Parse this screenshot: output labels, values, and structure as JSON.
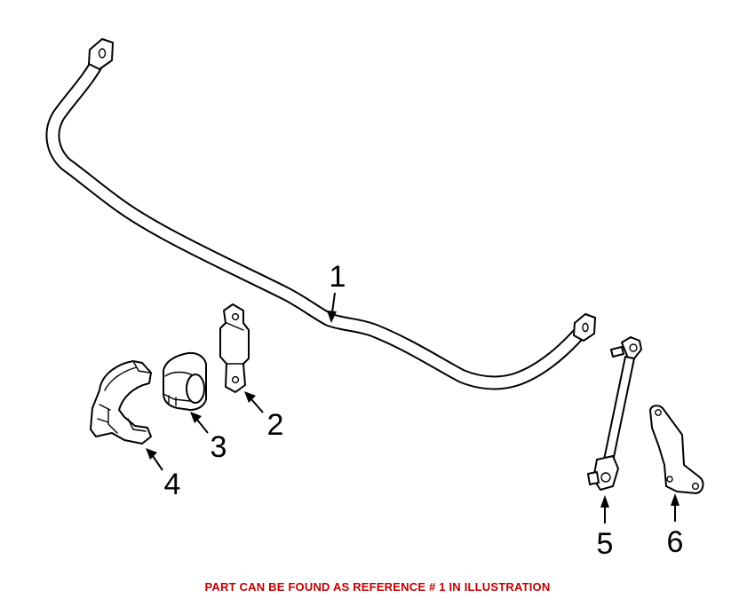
{
  "diagram": {
    "callouts": [
      {
        "id": "1",
        "label": "1"
      },
      {
        "id": "2",
        "label": "2"
      },
      {
        "id": "3",
        "label": "3"
      },
      {
        "id": "4",
        "label": "4"
      },
      {
        "id": "5",
        "label": "5"
      },
      {
        "id": "6",
        "label": "6"
      }
    ]
  },
  "footer": {
    "note": "PART CAN BE FOUND AS REFERENCE # 1 IN ILLUSTRATION",
    "note_color": "#c00000"
  }
}
